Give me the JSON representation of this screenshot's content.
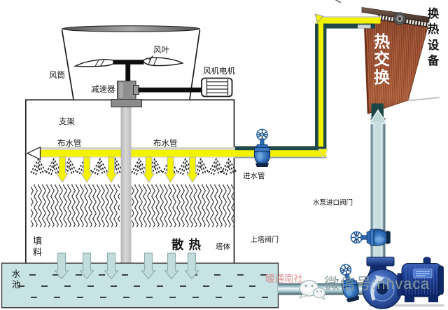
{
  "diagram": {
    "type": "cooling-tower-water-circuit",
    "cooling_tower": {
      "fan_blade": "风叶",
      "fan_stack": "风筒",
      "gear_reducer": "减速器",
      "fan_motor": "风机电机",
      "support_frame": "支架",
      "water_distribution_pipe_left": "布水管",
      "water_distribution_pipe_right": "布水管",
      "fill_material": "填料",
      "heat_dissipation": "散热",
      "tower_body": "塔体",
      "water_basin": "水池"
    },
    "piping": {
      "inlet_pipe": "进水管",
      "pump_inlet_valve": "水泵进口阀门",
      "tower_supply_valve": "上塔阀门"
    },
    "heat_exchanger": {
      "equipment": "换热设备",
      "exchange": "热交换"
    }
  },
  "watermark": {
    "brand": "暖通南社",
    "wechat_id": "微信号:nhvaca",
    "icon": "wechat-icon"
  },
  "colors": {
    "hot_pipe_yellow": "#f3f300",
    "pipe_edge_teal": "#214848",
    "basin_fill": "#c7e3e3",
    "cool_arrow": "#c2dcdc",
    "valve_blue": "#2f6cb8",
    "pump_navy": "#16337f",
    "exchanger_red": "#b4613f",
    "watermark_pink": "#d68282",
    "watermark_gray": "#96a8a8"
  }
}
